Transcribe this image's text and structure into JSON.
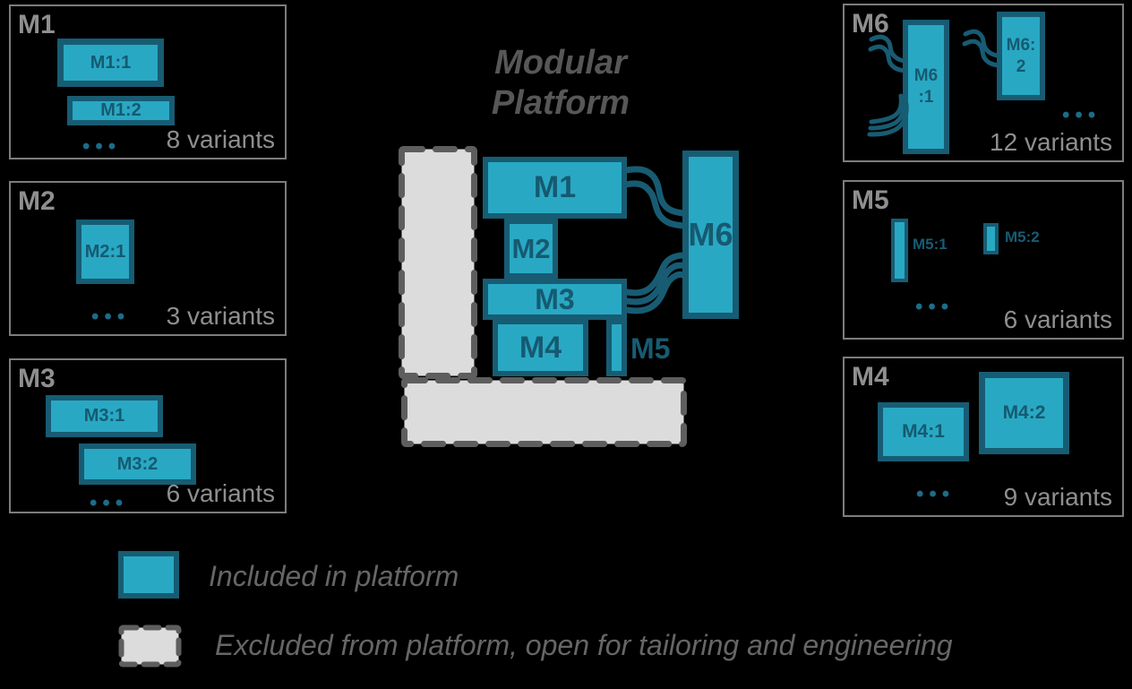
{
  "title": {
    "line1": "Modular",
    "line2": "Platform"
  },
  "ellipsis": "•••",
  "panels": {
    "m1": {
      "label": "M1",
      "variants": "8 variants",
      "box1": "M1:1",
      "box2": "M1:2"
    },
    "m2": {
      "label": "M2",
      "variants": "3 variants",
      "box1": "M2:1"
    },
    "m3": {
      "label": "M3",
      "variants": "6 variants",
      "box1": "M3:1",
      "box2": "M3:2"
    },
    "m4": {
      "label": "M4",
      "variants": "9 variants",
      "box1": "M4:1",
      "box2": "M4:2"
    },
    "m5": {
      "label": "M5",
      "variants": "6 variants",
      "box1": "M5:1",
      "box2": "M5:2"
    },
    "m6": {
      "label": "M6",
      "variants": "12 variants",
      "box1_line1": "M6",
      "box1_line2": ":1",
      "box2_line1": "M6:",
      "box2_line2": "2"
    }
  },
  "center": {
    "m1": "M1",
    "m2": "M2",
    "m3": "M3",
    "m4": "M4",
    "m5": "M5",
    "m6": "M6"
  },
  "legend": {
    "included_label": "Included in platform",
    "excluded_label": "Excluded from platform, open for tailoring and engineering"
  },
  "colors": {
    "included_fill": "#29A8C4",
    "module_border": "#175C73",
    "excluded_fill": "#DCDCDC",
    "excluded_dash": "#5E5E5E",
    "panel_border": "#7D7D7D",
    "gray_text": "#8F8F8F",
    "title_text": "#575757",
    "background": "#000000"
  }
}
